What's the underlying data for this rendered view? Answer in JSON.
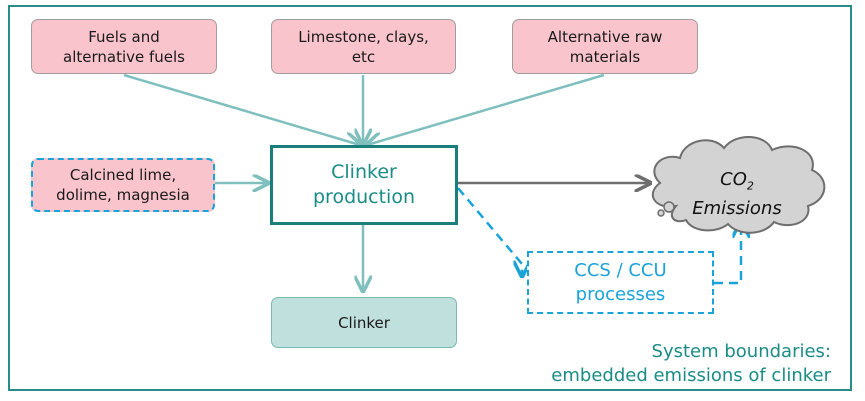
{
  "inputs": {
    "fuels": {
      "line1": "Fuels and",
      "line2": "alternative fuels"
    },
    "limestone": {
      "line1": "Limestone, clays,",
      "line2": "etc"
    },
    "alt_raw": {
      "line1": "Alternative raw",
      "line2": "materials"
    },
    "calcined": {
      "line1": "Calcined lime,",
      "line2": "dolime, magnesia"
    }
  },
  "process": {
    "line1": "Clinker",
    "line2": "production"
  },
  "output": {
    "label": "Clinker"
  },
  "emissions": {
    "co2": "CO",
    "co2_sub": "2",
    "label": "Emissions"
  },
  "ccs": {
    "line1": "CCS / CCU",
    "line2": "processes"
  },
  "boundary": {
    "line1": "System boundaries:",
    "line2": "embedded emissions of clinker"
  },
  "colors": {
    "teal": "#1a7f7a",
    "arrow_teal": "#7fbfbd",
    "pink_fill": "#f9c4cc",
    "dashed_blue": "#1aa3d9",
    "cloud_fill": "#d3d3d3",
    "clinker_fill": "#bfe0dc"
  }
}
